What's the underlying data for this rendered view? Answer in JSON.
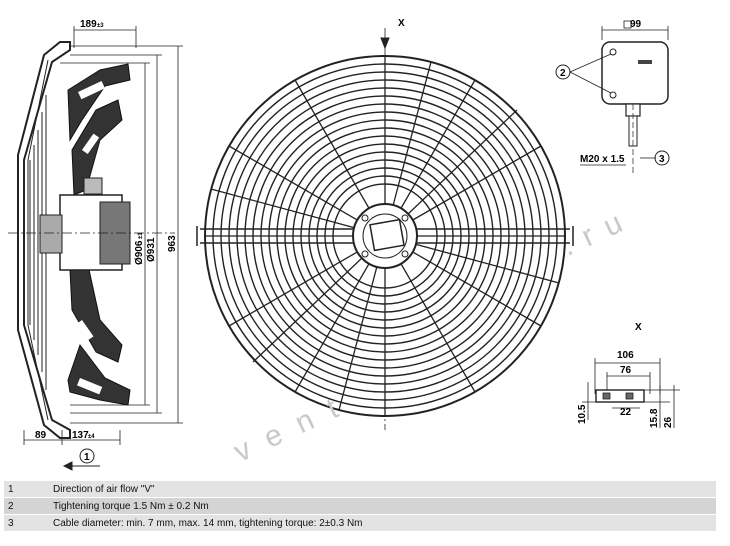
{
  "view_labels": {
    "top_x": "X",
    "side_x": "X"
  },
  "side_view": {
    "dim_189": "189",
    "dim_189_tol": "±3",
    "dim_89": "89",
    "dim_137": "137",
    "dim_137_tol": "±4",
    "dim_906": "Ø906",
    "dim_906_tol": "±1",
    "dim_931": "Ø931",
    "dim_963": "963",
    "callout_1": "1"
  },
  "terminal_box": {
    "dim_99": "99",
    "callout_2": "2",
    "callout_3": "3",
    "thread": "M20 x 1.5"
  },
  "detail_x": {
    "dim_106": "106",
    "dim_76": "76",
    "dim_10_5": "10.5",
    "dim_22": "22",
    "dim_15_8": "15.8",
    "dim_26": "26"
  },
  "legend": [
    {
      "num": "1",
      "text": "Direction of air flow \"V\""
    },
    {
      "num": "2",
      "text": "Tightening torque 1.5 Nm ± 0.2 Nm"
    },
    {
      "num": "3",
      "text": "Cable diameter: min. 7 mm, max. 14 mm, tightening torque: 2±0.3 Nm"
    }
  ],
  "watermark": {
    "text_a": "vent",
    "text_b": ".ru"
  }
}
